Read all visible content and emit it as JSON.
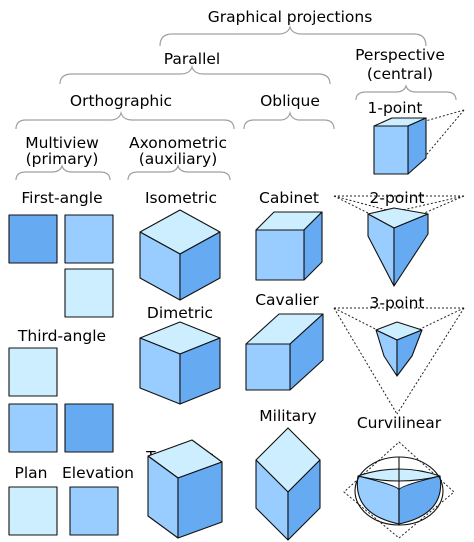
{
  "labels": {
    "root": "Graphical projections",
    "parallel": "Parallel",
    "perspective_1": "Perspective",
    "perspective_2": "(central)",
    "orthographic": "Orthographic",
    "oblique": "Oblique",
    "multiview_1": "Multiview",
    "multiview_2": "(primary)",
    "axonometric_1": "Axonometric",
    "axonometric_2": "(auxiliary)",
    "first_angle": "First-angle",
    "third_angle": "Third-angle",
    "plan": "Plan",
    "elevation": "Elevation",
    "isometric": "Isometric",
    "dimetric": "Dimetric",
    "trimetric": "Trimetric",
    "cabinet": "Cabinet",
    "cavalier": "Cavalier",
    "military": "Military",
    "one_point": "1-point",
    "two_point": "2-point",
    "three_point": "3-point",
    "curvilinear": "Curvilinear"
  },
  "colors": {
    "face_light": "#cdeeff",
    "face_mid": "#99ccff",
    "face_dark": "#66aaf2",
    "stroke": "#111111",
    "brace": "#a0a0a0"
  }
}
